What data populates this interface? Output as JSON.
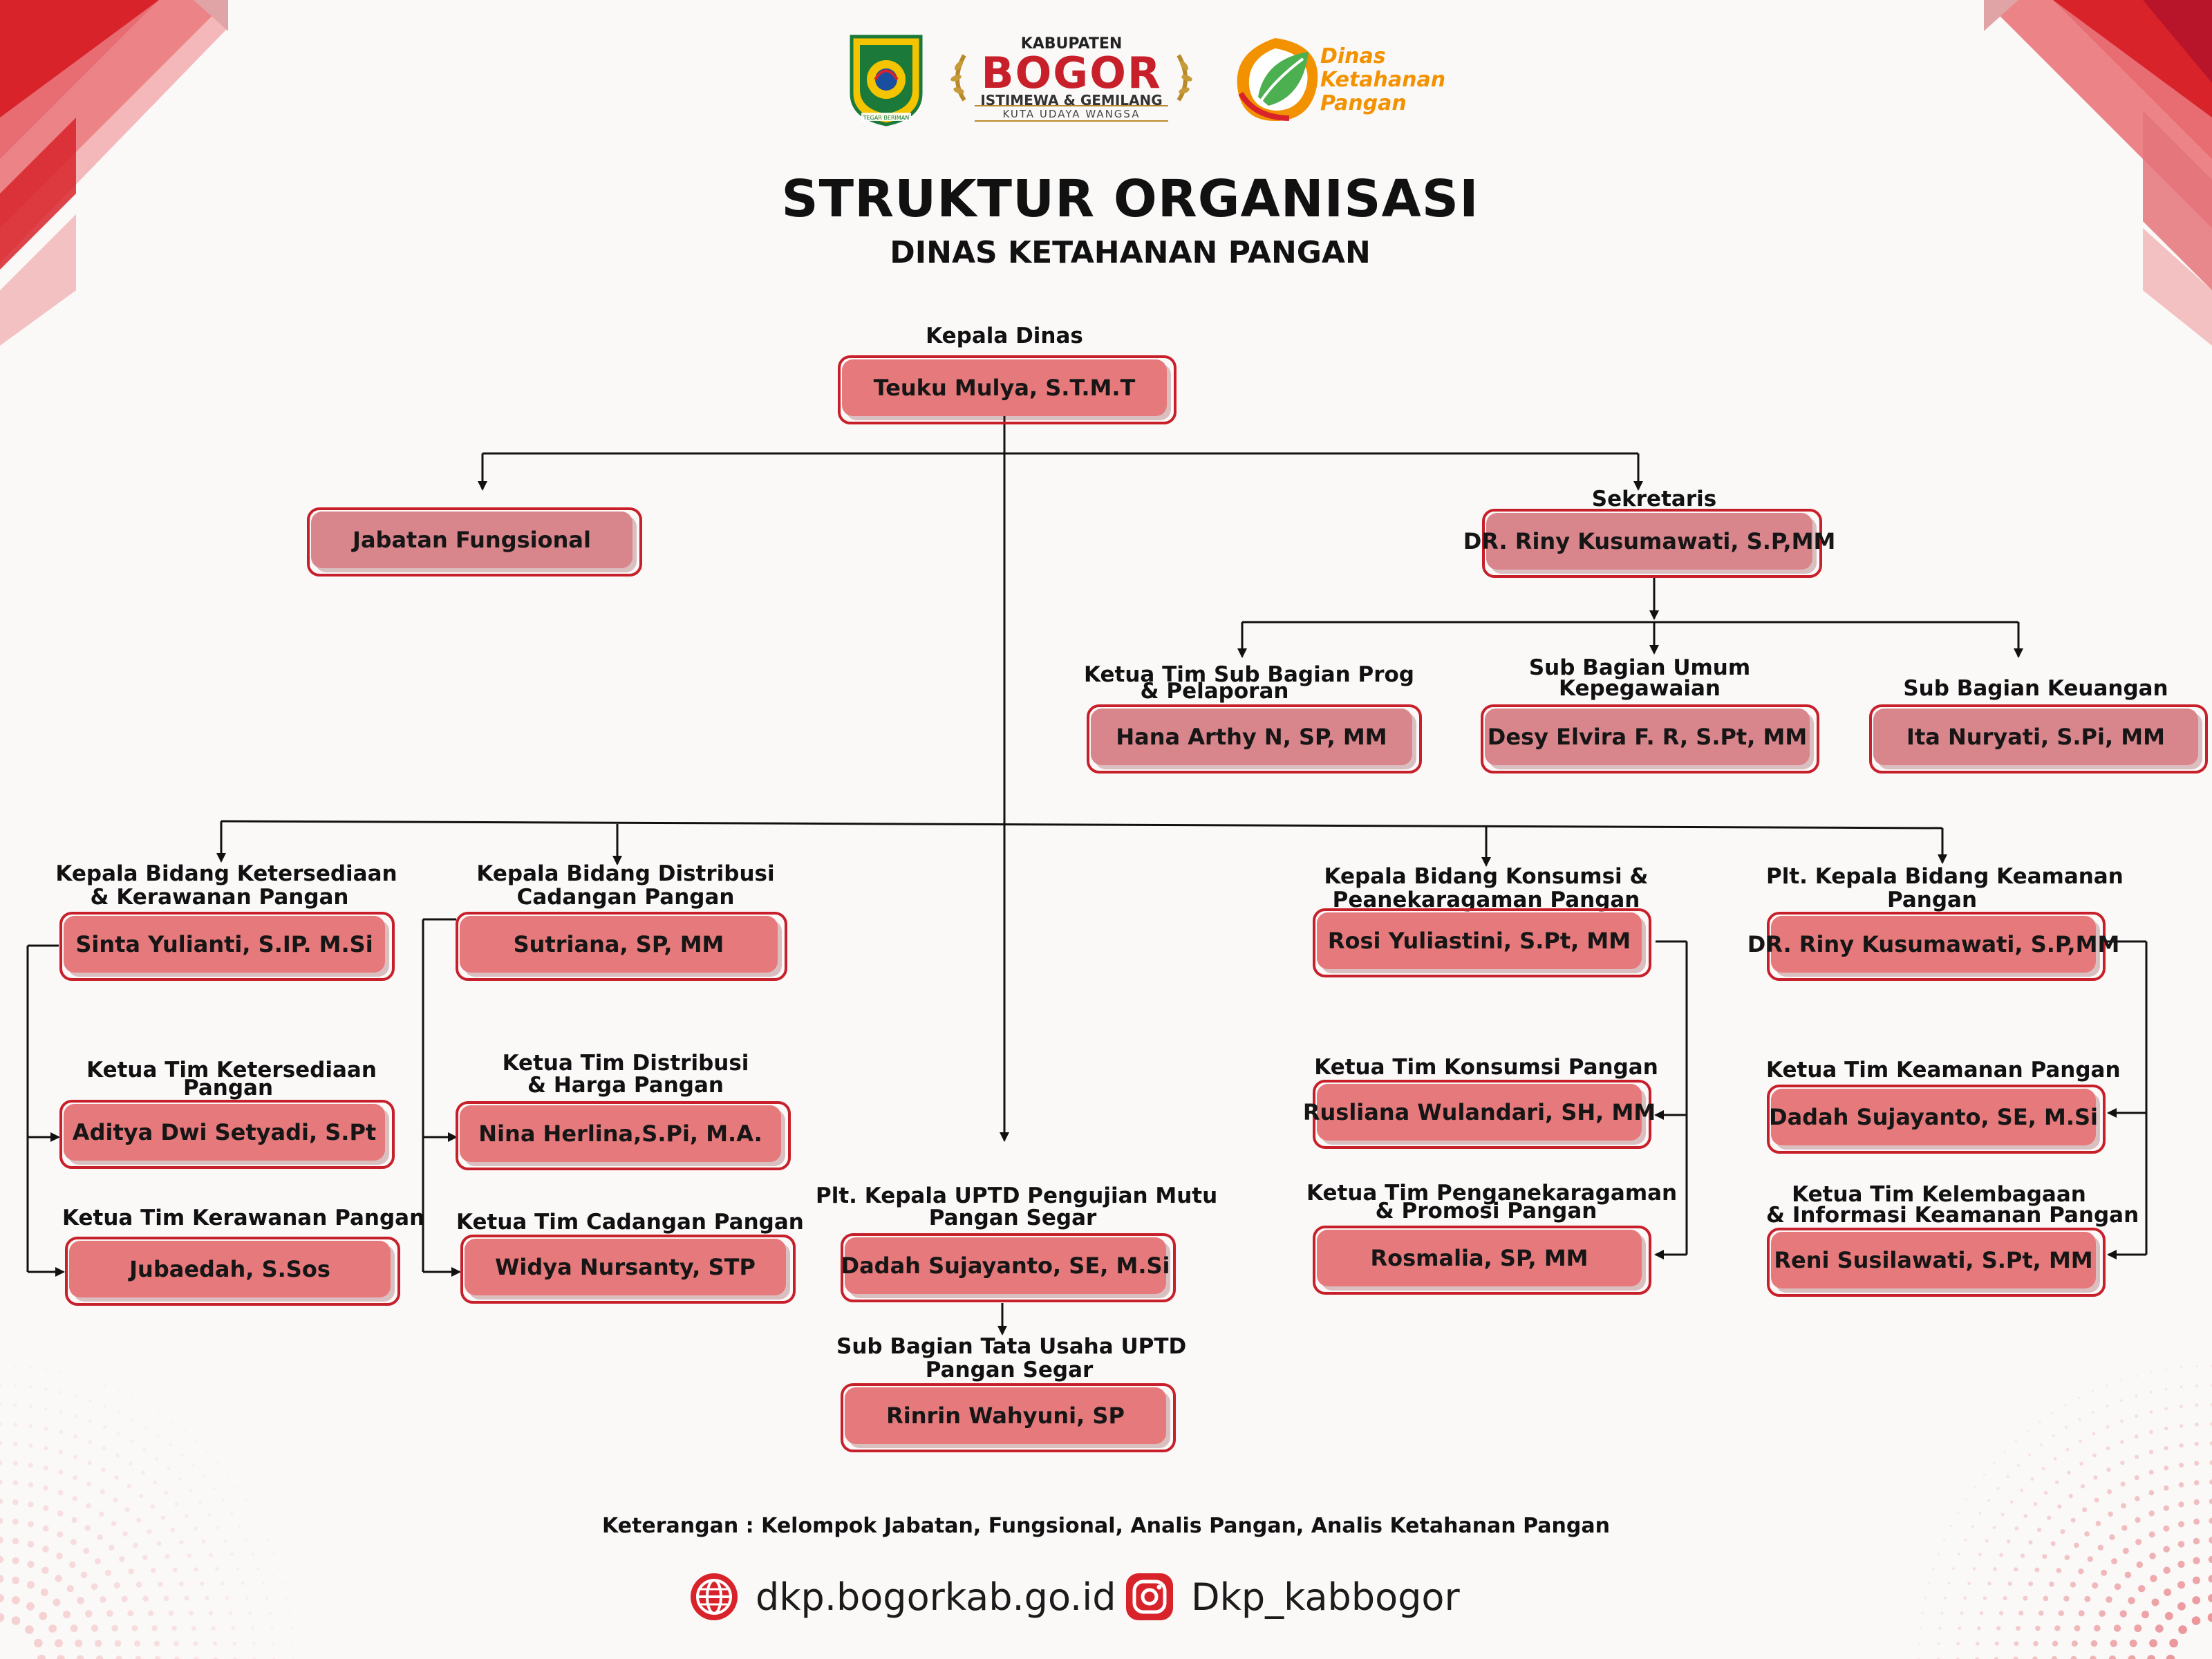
{
  "header": {
    "logo_text": {
      "line1": "KABUPATEN",
      "line2": "BOGOR",
      "line3": "ISTIMEWA & GEMILANG",
      "line4": "KUTA UDAYA WANGSA",
      "seal_motto": "TEGAR BERIMAN",
      "dkp_logo": "Dinas Ketahanan Pangan"
    },
    "title": "STRUKTUR ORGANISASI",
    "subtitle": "DINAS KETAHANAN PANGAN"
  },
  "colors": {
    "box_fill": "#e6797b",
    "box_border": "#c8202a",
    "accent_red": "#d8232a",
    "dkp_green": "#4caf50",
    "dkp_orange": "#f39200"
  },
  "chart": {
    "kepala": {
      "role": "Kepala Dinas",
      "name": "Teuku Mulya, S.T.M.T"
    },
    "fungsional": {
      "name": "Jabatan Fungsional"
    },
    "sekretaris": {
      "role": "Sekretaris",
      "name": "DR. Riny Kusumawati, S.P,MM"
    },
    "subbag_prog": {
      "role_line1": "Ketua Tim Sub Bagian Prog",
      "role_line2": "& Pelaporan",
      "name": "Hana Arthy N, SP, MM"
    },
    "subbag_umum": {
      "role_line1": "Sub Bagian Umum",
      "role_line2": "Kepegawaian",
      "name": "Desy Elvira F. R, S.Pt, MM"
    },
    "subbag_keu": {
      "role": "Sub Bagian Keuangan",
      "name": "Ita Nuryati, S.Pi, MM"
    },
    "bid_ketersediaan": {
      "role_line1": "Kepala Bidang Ketersediaan",
      "role_line2": "& Kerawanan Pangan",
      "name": "Sinta Yulianti, S.IP. M.Si"
    },
    "tim_ketersediaan": {
      "role_line1": "Ketua Tim Ketersediaan",
      "role_line2": "Pangan",
      "name": "Aditya Dwi Setyadi, S.Pt"
    },
    "tim_kerawanan": {
      "role": "Ketua Tim Kerawanan Pangan",
      "name": "Jubaedah, S.Sos"
    },
    "bid_distribusi": {
      "role_line1": "Kepala Bidang Distribusi",
      "role_line2": "Cadangan Pangan",
      "name": "Sutriana, SP, MM"
    },
    "tim_distribusi": {
      "role_line1": "Ketua Tim Distribusi",
      "role_line2": "& Harga Pangan",
      "name": "Nina Herlina,S.Pi, M.A."
    },
    "tim_cadangan": {
      "role": "Ketua Tim Cadangan Pangan",
      "name": "Widya Nursanty, STP"
    },
    "uptd": {
      "role_line1": "Plt. Kepala UPTD Pengujian Mutu",
      "role_line2": "Pangan Segar",
      "name": "Dadah Sujayanto, SE, M.Si"
    },
    "uptd_tu": {
      "role_line1": "Sub Bagian Tata Usaha UPTD",
      "role_line2": "Pangan Segar",
      "name": "Rinrin Wahyuni, SP"
    },
    "bid_konsumsi": {
      "role_line1": "Kepala Bidang Konsumsi &",
      "role_line2": "Peanekaragaman Pangan",
      "name": "Rosi Yuliastini, S.Pt, MM"
    },
    "tim_konsumsi": {
      "role": "Ketua Tim Konsumsi Pangan",
      "name": "Rusliana Wulandari, SH, MM"
    },
    "tim_penganeka": {
      "role_line1": "Ketua Tim Penganekaragaman",
      "role_line2": "& Promosi Pangan",
      "name": "Rosmalia, SP, MM"
    },
    "bid_keamanan": {
      "role_line1": "Plt. Kepala Bidang Keamanan",
      "role_line2": "Pangan",
      "name": "DR. Riny Kusumawati, S.P,MM"
    },
    "tim_keamanan": {
      "role": "Ketua Tim Keamanan Pangan",
      "name": "Dadah Sujayanto, SE, M.Si"
    },
    "tim_kelembagaan": {
      "role_line1": "Ketua Tim Kelembagaan",
      "role_line2": "& Informasi Keamanan Pangan",
      "name": "Reni Susilawati, S.Pt, MM"
    }
  },
  "footer": {
    "note": "Keterangan : Kelompok Jabatan, Fungsional, Analis Pangan, Analis Ketahanan Pangan",
    "website": "dkp.bogorkab.go.id",
    "instagram": "Dkp_kabbogor",
    "website_icon": "globe-icon",
    "instagram_icon": "instagram-icon"
  }
}
